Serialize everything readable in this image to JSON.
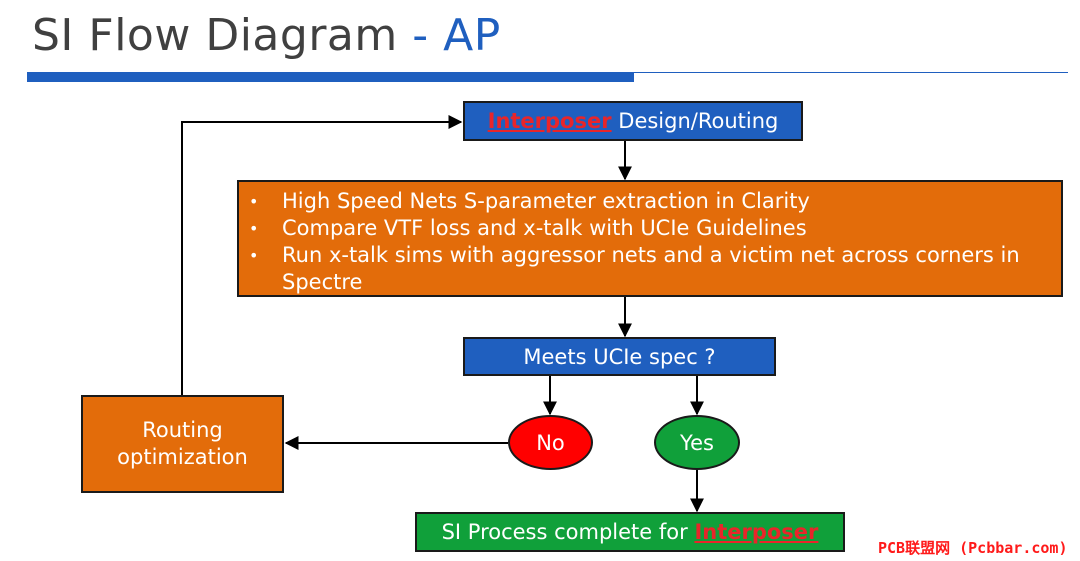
{
  "title": {
    "main": "SI Flow Diagram",
    "separator": "-",
    "accent": "AP"
  },
  "nodes": {
    "design_routing": {
      "highlight": "Interposer",
      "rest": " Design/Routing"
    },
    "analysis": {
      "bullets": [
        "High Speed Nets S-parameter extraction in Clarity",
        "Compare VTF loss and x-talk with UCIe Guidelines",
        "Run x-talk sims with aggressor nets and a victim net across corners in Spectre"
      ]
    },
    "decision": {
      "label": "Meets UCIe spec ?"
    },
    "no": {
      "label": "No"
    },
    "yes": {
      "label": "Yes"
    },
    "routing_opt": {
      "line1": "Routing",
      "line2": "optimization"
    },
    "complete": {
      "prefix": "SI Process complete for ",
      "highlight": "Interposer"
    }
  },
  "watermark": "PCB联盟网 (Pcbbar.com)",
  "colors": {
    "blue": "#1f5fbf",
    "orange": "#e36c0a",
    "red": "#ff0000",
    "green": "#10a03a",
    "highlight_red": "#e8252a"
  }
}
